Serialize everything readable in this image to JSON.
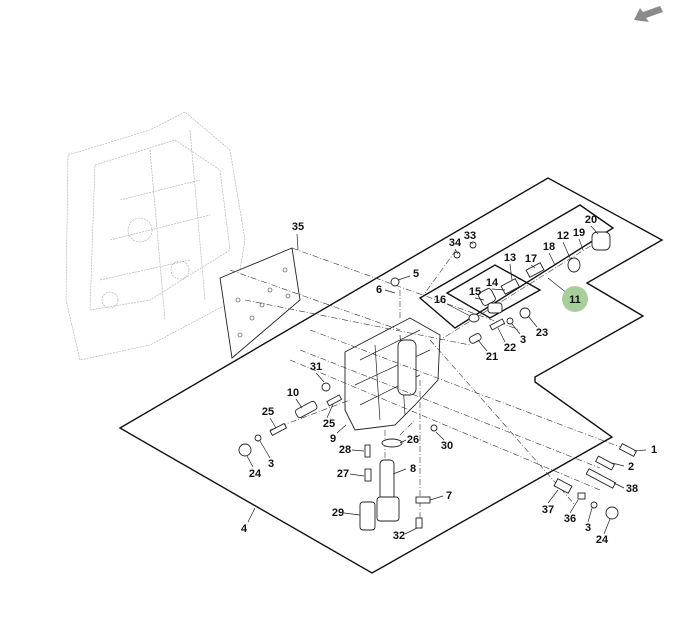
{
  "diagram": {
    "highlight_color": "#a6cf9c",
    "nav_arrow_color": "#8a8a8a",
    "callouts": [
      "35",
      "34",
      "33",
      "5",
      "6",
      "13",
      "17",
      "18",
      "12",
      "19",
      "20",
      "14",
      "15",
      "16",
      "11",
      "23",
      "3",
      "22",
      "21",
      "31",
      "10",
      "25",
      "25",
      "9",
      "28",
      "26",
      "30",
      "1",
      "2",
      "38",
      "27",
      "8",
      "7",
      "37",
      "36",
      "3",
      "24",
      "29",
      "32",
      "4",
      "24",
      "3"
    ],
    "highlighted": "11"
  },
  "nav": {
    "back_icon": "arrow-back-icon"
  }
}
